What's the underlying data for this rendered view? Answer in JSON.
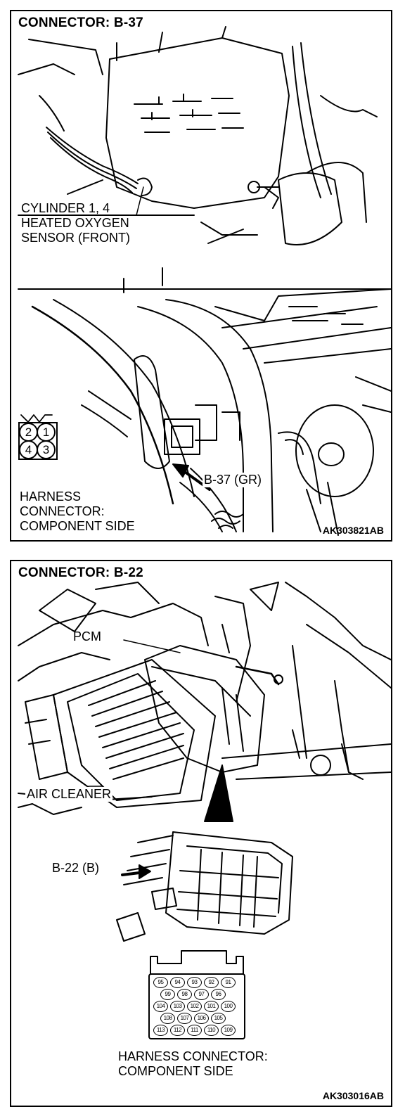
{
  "panel1": {
    "title": "CONNECTOR: B-37",
    "sensor_label": [
      "CYLINDER 1, 4",
      "HEATED OXYGEN",
      "SENSOR (FRONT)"
    ],
    "connector_callout": "B-37 (GR)",
    "harness_label": [
      "HARNESS",
      "CONNECTOR:",
      "COMPONENT SIDE"
    ],
    "pins": [
      "2",
      "1",
      "4",
      "3"
    ],
    "figure_code": "AK303821AB"
  },
  "panel2": {
    "title": "CONNECTOR: B-22",
    "pcm_label": "PCM",
    "air_cleaner_label": "AIR CLEANER",
    "connector_callout": "B-22 (B)",
    "harness_label": [
      "HARNESS CONNECTOR:",
      "COMPONENT SIDE"
    ],
    "pin_rows": [
      [
        "95",
        "94",
        "93",
        "92",
        "91"
      ],
      [
        "99",
        "98",
        "97",
        "96"
      ],
      [
        "104",
        "103",
        "102",
        "101",
        "100"
      ],
      [
        "108",
        "107",
        "106",
        "105"
      ],
      [
        "113",
        "112",
        "111",
        "110",
        "109"
      ]
    ],
    "figure_code": "AK303016AB"
  }
}
